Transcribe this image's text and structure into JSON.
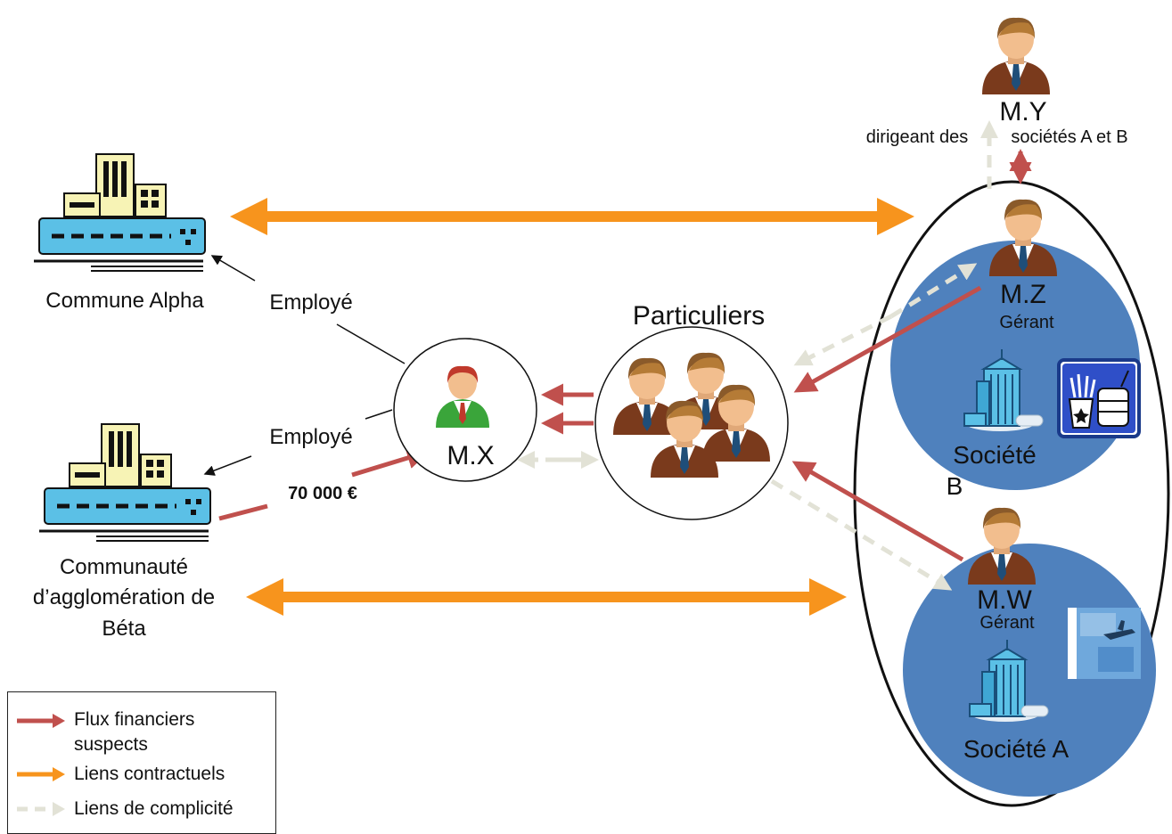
{
  "colors": {
    "flux_financiers": "#c0504d",
    "liens_contractuels": "#f7941d",
    "liens_complicite": "#e6e6da",
    "societe_circle": "#4f81bd",
    "building_blue": "#5bc0e6",
    "building_cream": "#f7f3b5"
  },
  "entities": {
    "commune_alpha": "Commune Alpha",
    "communaute_line1": "Communauté",
    "communaute_line2": "d’agglomération de",
    "communaute_line3": "Béta",
    "mx": "M.X",
    "particuliers": "Particuliers",
    "my": "M.Y",
    "my_role_part1": "dirigeant des",
    "my_role_part2": "sociétés A et B",
    "mz": "M.Z",
    "mz_role": "Gérant",
    "societe_b_line1": "Société",
    "societe_b_line2": "B",
    "mw": "M.W",
    "mw_role": "Gérant",
    "societe_a": "Société A"
  },
  "edges": {
    "employe_alpha": "Employé",
    "employe_beta": "Employé",
    "amount": "70 000 €"
  },
  "legend": {
    "flux_line1": "Flux  financiers",
    "flux_line2": "suspects",
    "contractuels": "Liens contractuels",
    "complicite": "Liens de complicité"
  },
  "icons": {
    "building": "office-building-icon",
    "tower": "tower-building-icon",
    "person": "businessman-icon",
    "food": "fast-food-icon",
    "travel": "airplane-travel-icon"
  }
}
